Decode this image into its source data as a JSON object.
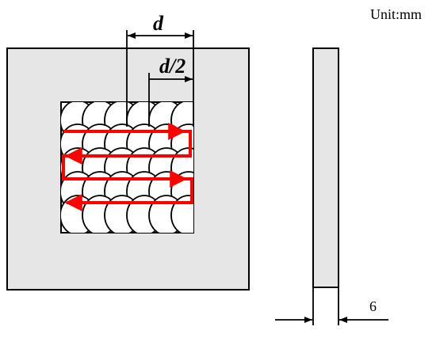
{
  "labels": {
    "unit": "Unit:mm",
    "diameter": "d",
    "half_diameter": "d/2",
    "thickness": "6"
  },
  "colors": {
    "plate_fill": "#e6e6e6",
    "outline": "#000000",
    "path_arrow": "#ff0000"
  }
}
